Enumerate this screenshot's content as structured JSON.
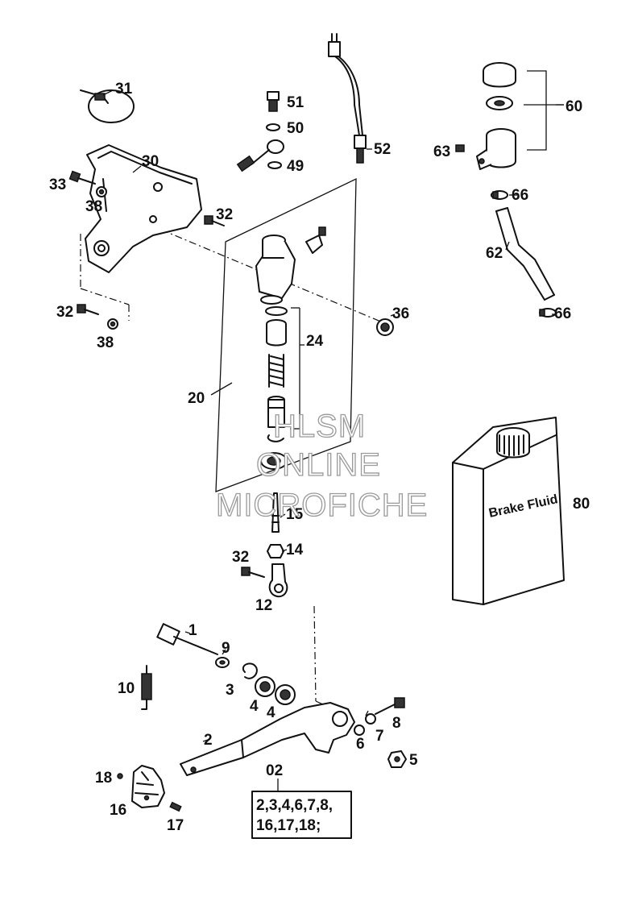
{
  "diagram": {
    "watermark": [
      "HLSM",
      "ONLINE",
      "MICROFICHE"
    ],
    "fluid_label": "Brake Fluid",
    "kit_box": {
      "number": "02",
      "lines": [
        "2,3,4,6,7,8,",
        "16,17,18;"
      ]
    },
    "callouts": [
      {
        "id": "c31",
        "text": "31"
      },
      {
        "id": "c30",
        "text": "30"
      },
      {
        "id": "c33",
        "text": "33"
      },
      {
        "id": "c38a",
        "text": "38"
      },
      {
        "id": "c32a",
        "text": "32"
      },
      {
        "id": "c32b",
        "text": "32"
      },
      {
        "id": "c38b",
        "text": "38"
      },
      {
        "id": "c51",
        "text": "51"
      },
      {
        "id": "c50",
        "text": "50"
      },
      {
        "id": "c49",
        "text": "49"
      },
      {
        "id": "c52",
        "text": "52"
      },
      {
        "id": "c60",
        "text": "60"
      },
      {
        "id": "c63",
        "text": "63"
      },
      {
        "id": "c66a",
        "text": "66"
      },
      {
        "id": "c62",
        "text": "62"
      },
      {
        "id": "c66b",
        "text": "66"
      },
      {
        "id": "c36",
        "text": "36"
      },
      {
        "id": "c24",
        "text": "24"
      },
      {
        "id": "c20",
        "text": "20"
      },
      {
        "id": "c80",
        "text": "80"
      },
      {
        "id": "c15",
        "text": "15"
      },
      {
        "id": "c14",
        "text": "14"
      },
      {
        "id": "c32c",
        "text": "32"
      },
      {
        "id": "c12",
        "text": "12"
      },
      {
        "id": "c1",
        "text": "1"
      },
      {
        "id": "c9",
        "text": "9"
      },
      {
        "id": "c10",
        "text": "10"
      },
      {
        "id": "c3",
        "text": "3"
      },
      {
        "id": "c4a",
        "text": "4"
      },
      {
        "id": "c4b",
        "text": "4"
      },
      {
        "id": "c8",
        "text": "8"
      },
      {
        "id": "c7",
        "text": "7"
      },
      {
        "id": "c6",
        "text": "6"
      },
      {
        "id": "c5",
        "text": "5"
      },
      {
        "id": "c2",
        "text": "2"
      },
      {
        "id": "c18",
        "text": "18"
      },
      {
        "id": "c16",
        "text": "16"
      },
      {
        "id": "c17",
        "text": "17"
      }
    ]
  }
}
